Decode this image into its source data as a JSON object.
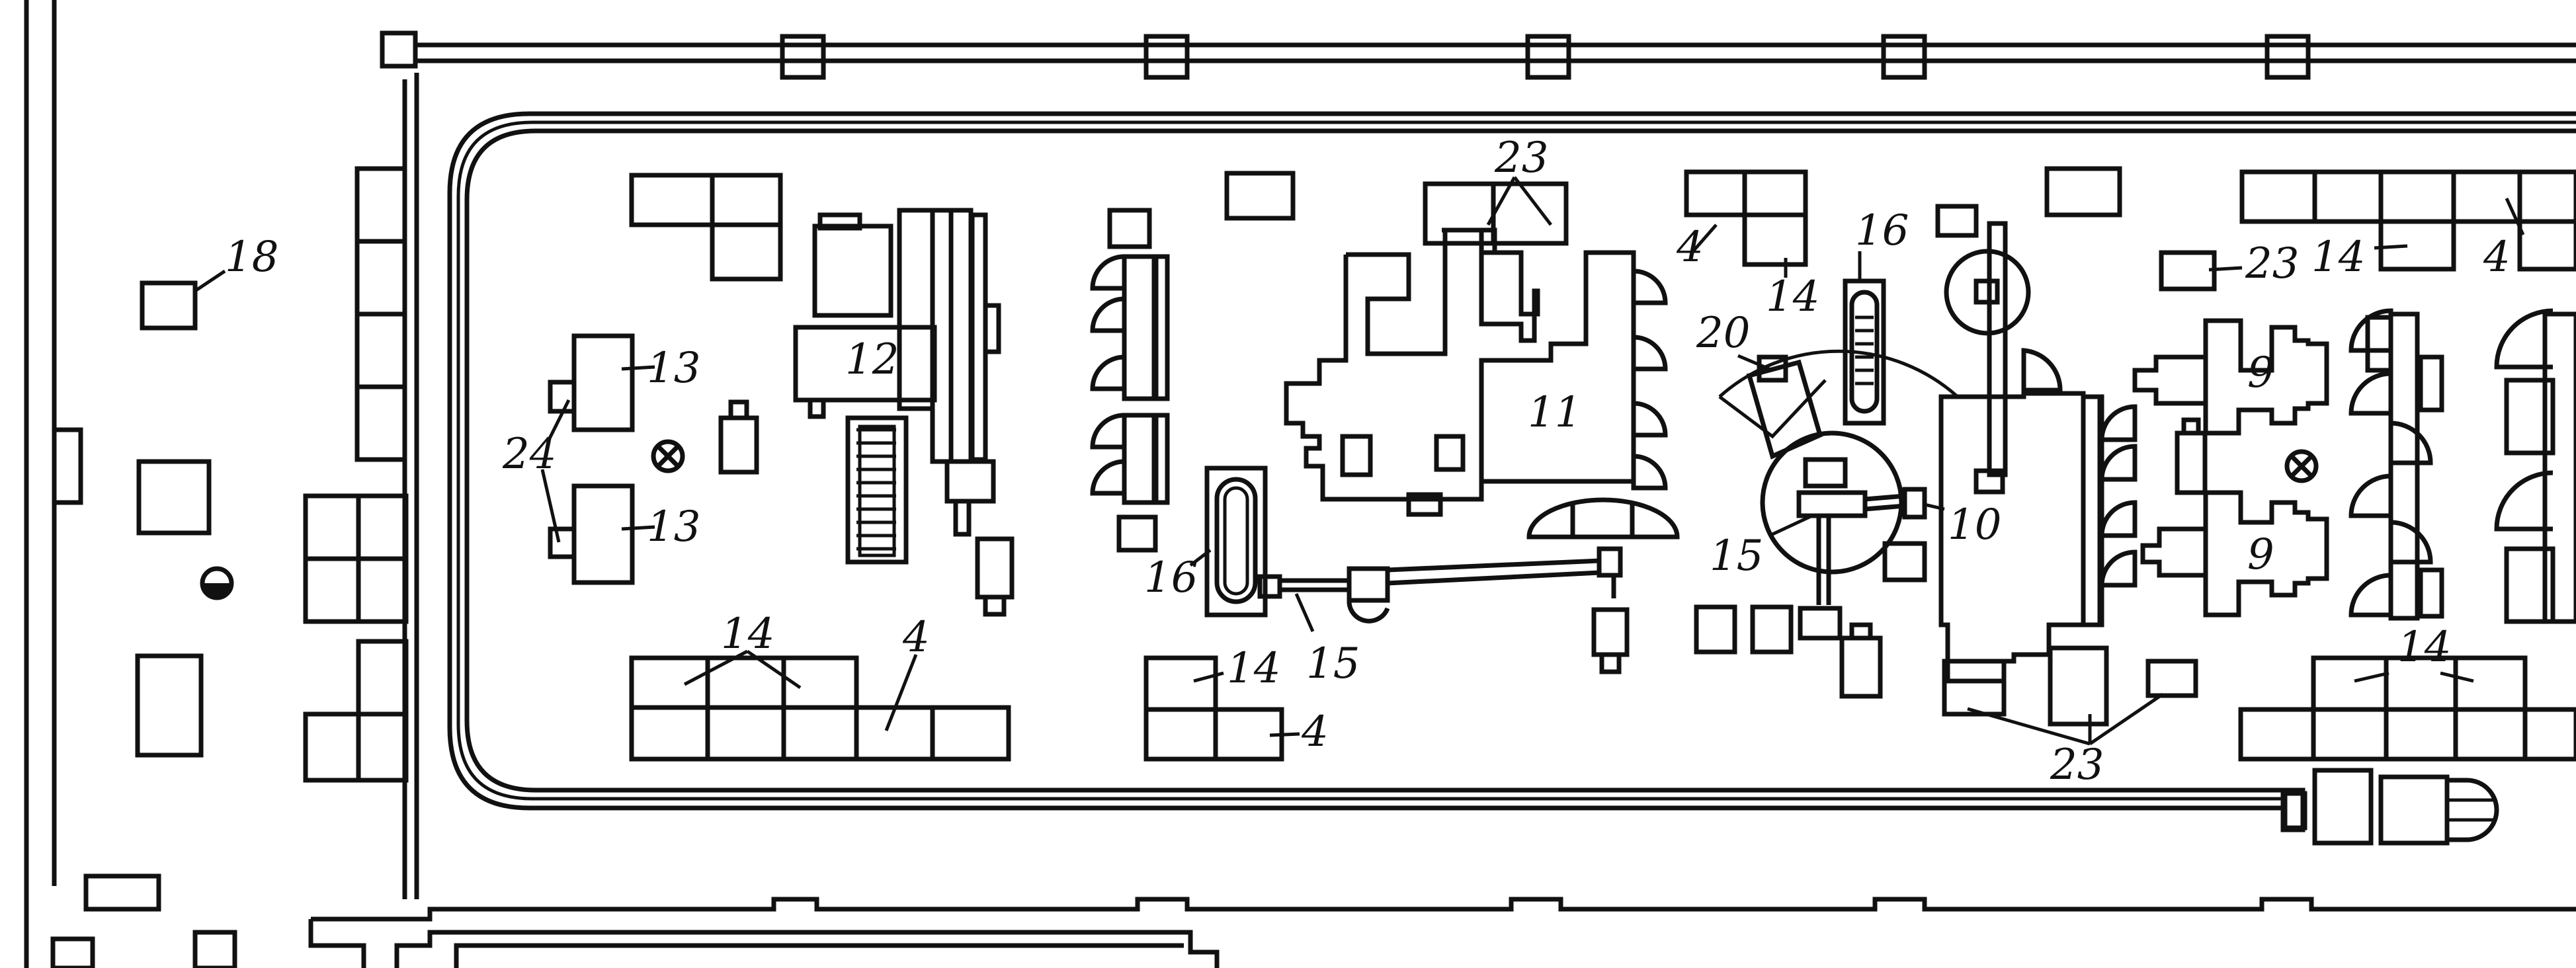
{
  "title": "",
  "labels": [
    {
      "id": "l18",
      "text": "18"
    },
    {
      "id": "l13a",
      "text": "13"
    },
    {
      "id": "l13b",
      "text": "13"
    },
    {
      "id": "l24",
      "text": "24"
    },
    {
      "id": "l12",
      "text": "12"
    },
    {
      "id": "l14a",
      "text": "14"
    },
    {
      "id": "l4a",
      "text": "4"
    },
    {
      "id": "l14b",
      "text": "14"
    },
    {
      "id": "l4b",
      "text": "4"
    },
    {
      "id": "l16a",
      "text": "16"
    },
    {
      "id": "l15a",
      "text": "15"
    },
    {
      "id": "l23a",
      "text": "23"
    },
    {
      "id": "l11",
      "text": "11"
    },
    {
      "id": "l4c",
      "text": "4"
    },
    {
      "id": "l14c",
      "text": "14"
    },
    {
      "id": "l16b",
      "text": "16"
    },
    {
      "id": "l20",
      "text": "20"
    },
    {
      "id": "l15b",
      "text": "15"
    },
    {
      "id": "l10",
      "text": "10"
    },
    {
      "id": "l23b",
      "text": "23"
    },
    {
      "id": "l23c",
      "text": "23"
    },
    {
      "id": "l14d",
      "text": "14"
    },
    {
      "id": "l4d",
      "text": "4"
    },
    {
      "id": "l9a",
      "text": "9"
    },
    {
      "id": "l9b",
      "text": "9"
    },
    {
      "id": "l14e",
      "text": "14"
    }
  ]
}
